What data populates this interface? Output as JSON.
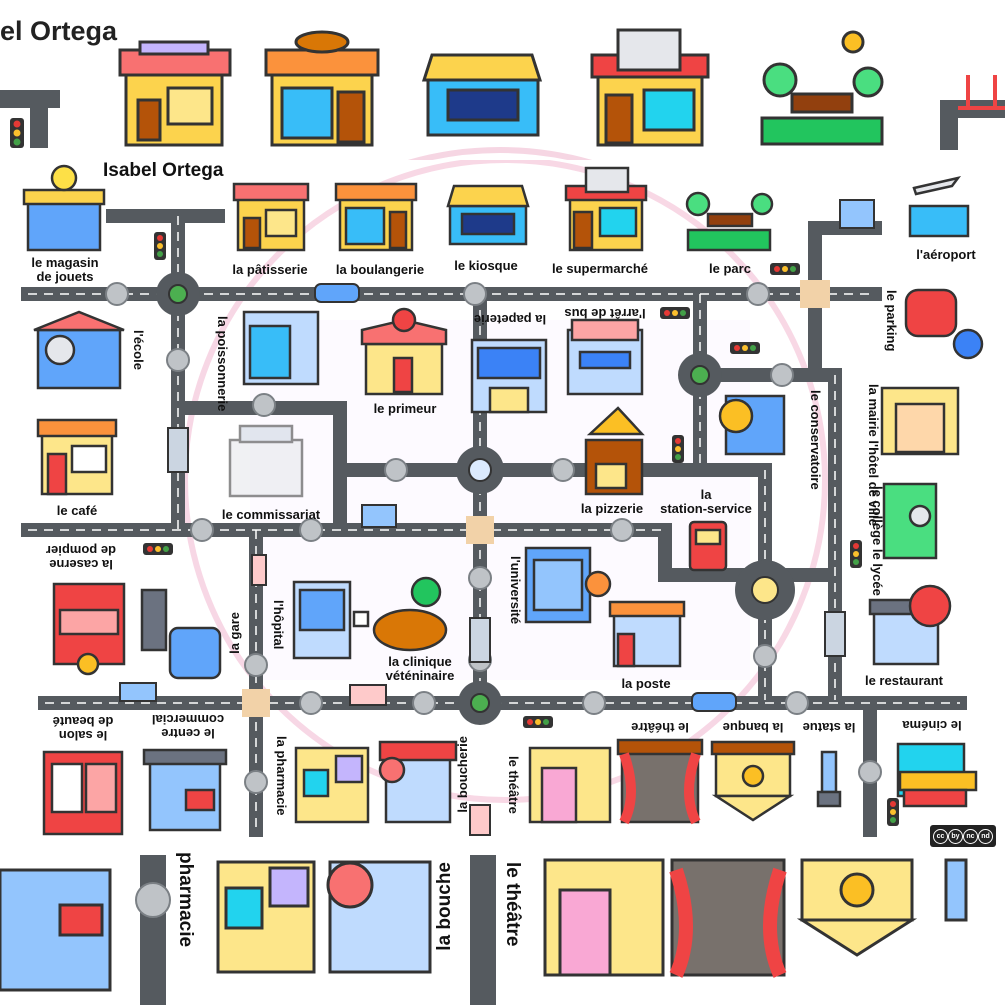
{
  "header": {
    "top_title": "el Ortega",
    "author": "Isabel Ortega",
    "license": "CC BY NC ND",
    "license_parts": [
      "cc",
      "by",
      "nc",
      "nd"
    ]
  },
  "colors": {
    "road": "#555a5f",
    "road_line": "#ffffff",
    "roundabout_center": "#4caf50",
    "crosswalk": "#bfc3c7",
    "label": "#111111",
    "watermark": "#f2b8d0"
  },
  "places": [
    {
      "id": "magasin-de-jouets",
      "label": "le magasin\nde jouets",
      "icon": "toy-store-icon"
    },
    {
      "id": "patisserie",
      "label": "la pâtisserie",
      "icon": "pastry-shop-icon"
    },
    {
      "id": "boulangerie",
      "label": "la boulangerie",
      "icon": "bakery-icon"
    },
    {
      "id": "kiosque",
      "label": "le kiosque",
      "icon": "kiosk-icon"
    },
    {
      "id": "supermarche",
      "label": "le supermarché",
      "icon": "supermarket-icon"
    },
    {
      "id": "parc",
      "label": "le parc",
      "icon": "park-icon"
    },
    {
      "id": "aeroport",
      "label": "l'aéroport",
      "icon": "airport-icon"
    },
    {
      "id": "ecole",
      "label": "l'école",
      "icon": "school-icon"
    },
    {
      "id": "poissonnerie",
      "label": "la poissonnerie",
      "icon": "fish-shop-icon"
    },
    {
      "id": "primeur",
      "label": "le primeur",
      "icon": "greengrocer-icon"
    },
    {
      "id": "papeterie",
      "label": "la papeterie",
      "icon": "stationery-icon"
    },
    {
      "id": "arret-de-bus",
      "label": "l'arrêt de bus",
      "icon": "bus-stop-icon"
    },
    {
      "id": "parking",
      "label": "le parking",
      "icon": "parking-icon"
    },
    {
      "id": "cafe",
      "label": "le café",
      "icon": "cafe-icon"
    },
    {
      "id": "conservatoire",
      "label": "le conservatoire",
      "icon": "conservatory-icon"
    },
    {
      "id": "mairie",
      "label": "la mairie\nl'hôtel de ville",
      "icon": "town-hall-icon"
    },
    {
      "id": "pizzerie",
      "label": "la pizzerie",
      "icon": "pizzeria-icon"
    },
    {
      "id": "station-service",
      "label": "la\nstation-service",
      "icon": "gas-station-icon"
    },
    {
      "id": "college",
      "label": "le collège\nle lycée",
      "icon": "college-icon"
    },
    {
      "id": "commissariat",
      "label": "le commissariat",
      "icon": "police-station-icon"
    },
    {
      "id": "caserne",
      "label": "la caserne\nde pompier",
      "icon": "fire-station-icon"
    },
    {
      "id": "gare",
      "label": "la gare",
      "icon": "train-station-icon"
    },
    {
      "id": "hopital",
      "label": "l'hôpital",
      "icon": "hospital-icon"
    },
    {
      "id": "clinique",
      "label": "la clinique\nvéténinaire",
      "icon": "vet-clinic-icon"
    },
    {
      "id": "universite",
      "label": "l'université",
      "icon": "university-icon"
    },
    {
      "id": "poste",
      "label": "la poste",
      "icon": "post-office-icon"
    },
    {
      "id": "restaurant",
      "label": "le restaurant",
      "icon": "restaurant-icon"
    },
    {
      "id": "salon",
      "label": "le salon\nde beauté",
      "icon": "beauty-salon-icon"
    },
    {
      "id": "centre-commercial",
      "label": "le centre\ncommercial",
      "icon": "mall-icon"
    },
    {
      "id": "pharmacie",
      "label": "la pharmacie",
      "icon": "pharmacy-icon"
    },
    {
      "id": "boucherie",
      "label": "la boucherie",
      "icon": "butcher-icon"
    },
    {
      "id": "theatre-1",
      "label": "le théâtre",
      "icon": "theatre-icon"
    },
    {
      "id": "theatre-2",
      "label": "le théâtre",
      "icon": "theatre-curtain-icon"
    },
    {
      "id": "banque",
      "label": "la banque",
      "icon": "bank-icon"
    },
    {
      "id": "statue",
      "label": "la statue",
      "icon": "statue-icon"
    },
    {
      "id": "cinema",
      "label": "le cinéma",
      "icon": "cinema-icon"
    }
  ],
  "bottom_strip": {
    "labels": [
      "pharmacie",
      "la bouche",
      "le théâtre"
    ]
  },
  "icon_names": [
    "traffic-light-icon",
    "bridge-icon",
    "roundabout-icon",
    "crosswalk-icon"
  ]
}
